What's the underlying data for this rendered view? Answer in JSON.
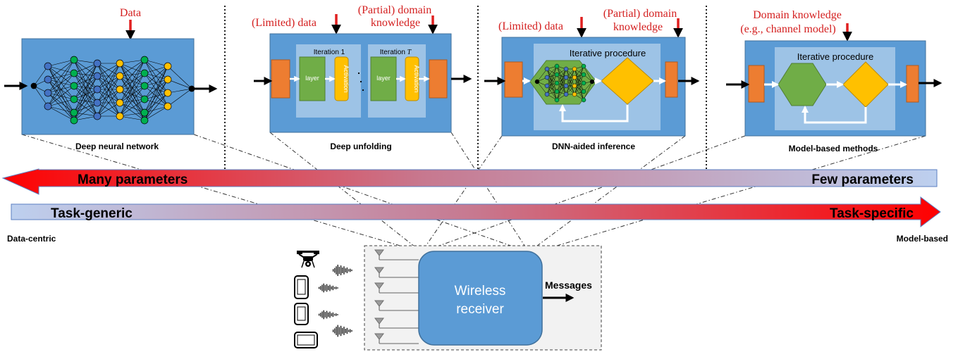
{
  "panels": {
    "dnn": {
      "input_label": "Data",
      "caption": "Deep neural network"
    },
    "unfolding": {
      "input1": "(Limited) data",
      "input2_line1": "(Partial) domain",
      "input2_line2": "knowledge",
      "iter1_title": "Iteration 1",
      "iterT_title": "Iteration T",
      "layer": "layer",
      "activation": "Activation",
      "caption": "Deep unfolding"
    },
    "dnn_aided": {
      "input1": "(Limited) data",
      "input2_line1": "(Partial) domain",
      "input2_line2": "knowledge",
      "procedure": "Iterative procedure",
      "caption": "DNN-aided inference"
    },
    "model_based": {
      "input_line1": "Domain knowledge",
      "input_line2": "(e.g., channel model)",
      "procedure": "Iterative procedure",
      "caption": "Model-based methods"
    }
  },
  "arrows": {
    "params_left": "Many parameters",
    "params_right": "Few parameters",
    "task_left": "Task-generic",
    "task_right": "Task-specific"
  },
  "ends": {
    "left": "Data-centric",
    "right": "Model-based"
  },
  "receiver": {
    "line1": "Wireless",
    "line2": "receiver",
    "output": "Messages"
  },
  "colors": {
    "panel_blue": "#5b9bd5",
    "inner_blue": "#9dc3e6",
    "orange": "#ed7d31",
    "green": "#70ad47",
    "yellow": "#ffc000",
    "red": "#e02020",
    "text_red": "#d42020"
  }
}
